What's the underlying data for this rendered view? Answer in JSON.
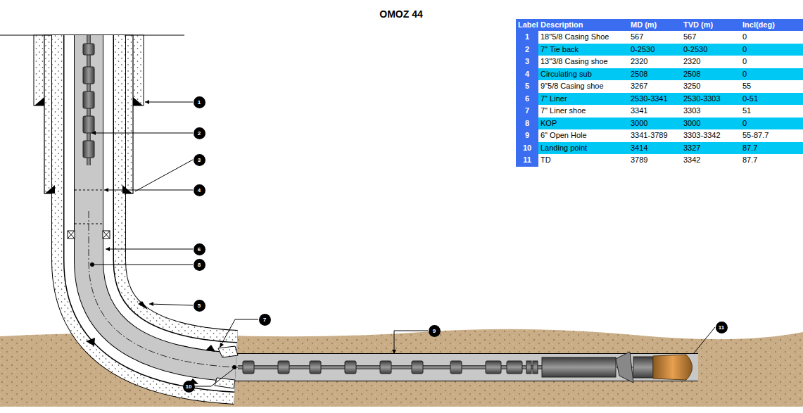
{
  "diagram": {
    "title": "OMOZ 44",
    "labels": [
      "Label",
      "Description",
      "MD (m)",
      "TVD (m)",
      "Incl(deg)",
      "1",
      "18\"5/8 Casing Shoe",
      "567",
      "567",
      "0",
      "2",
      "7\" Tie back",
      "0-2530",
      "0-2530",
      "0",
      "3",
      "13\"3/8 Casing shoe",
      "2320",
      "2320",
      "0",
      "4",
      "Circulating sub",
      "2508",
      "2508",
      "0",
      "5",
      "9\"5/8 Casing shoe",
      "3267",
      "3250",
      "55",
      "6",
      "7\" Liner",
      "2530-3341",
      "2530-3303",
      "0-51",
      "7",
      "7\" Liner shoe",
      "3341",
      "3303",
      "51",
      "8",
      "KOP",
      "3000",
      "3000",
      "0",
      "9",
      "6\" Open Hole",
      "3341-3789",
      "3303-3342",
      "55-87.7",
      "10",
      "Landing point",
      "3414",
      "3327",
      "87.7",
      "11",
      "TD",
      "3789",
      "3342",
      "87.7",
      "1",
      "2",
      "3",
      "4",
      "5",
      "6",
      "7",
      "8",
      "9",
      "10",
      "11"
    ]
  }
}
